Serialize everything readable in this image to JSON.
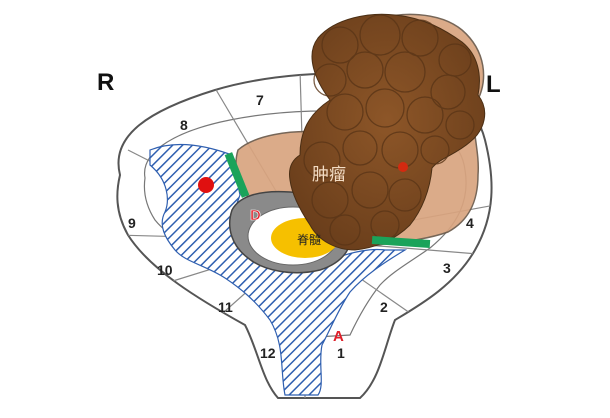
{
  "side_labels": {
    "right": "R",
    "left": "L"
  },
  "segments": [
    "1",
    "2",
    "3",
    "4",
    "7",
    "8",
    "9",
    "10",
    "11",
    "12"
  ],
  "markers": {
    "anterior": "A",
    "dorsal": "D"
  },
  "labels": {
    "tumor": "肿瘤",
    "spinal_cord": "脊髓"
  },
  "colors": {
    "outline": "#555555",
    "hatch": "#2f5fb0",
    "tumor_dark": "#7a4a22",
    "tumor_light": "#d9a47f",
    "spinal_cord": "#f6c000",
    "dura": "#8a8a8a",
    "green_band": "#1aa35a",
    "red_dot": "#e01010",
    "marker_red": "#e0202a"
  }
}
